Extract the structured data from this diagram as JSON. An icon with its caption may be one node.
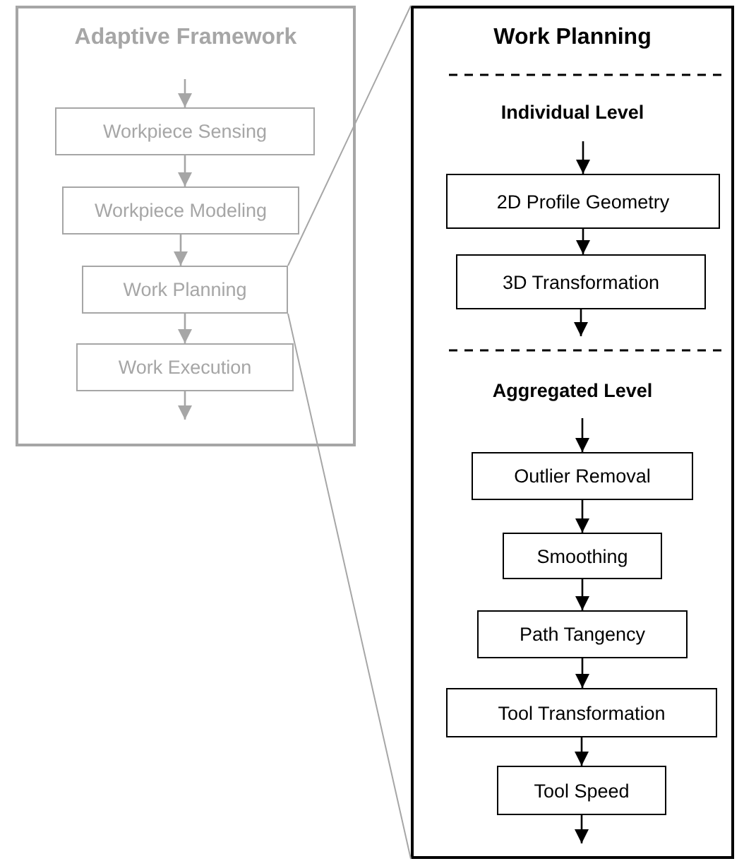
{
  "diagram": {
    "nodes": [
      {
        "text": [
          "Adaptive Framework"
        ]
      },
      {
        "text": [
          "Workpiece Sensing"
        ],
        "in": 0
      },
      {
        "text": [
          "Workpiece Modeling"
        ],
        "in": 0
      },
      {
        "text": [
          "Work Planning"
        ],
        "in": 0
      },
      {
        "text": [
          "Work Execution"
        ],
        "in": 0
      },
      {
        "text": [
          "Work Planning"
        ]
      },
      {
        "text": [
          "2D Profile Geometry"
        ],
        "in": 5
      },
      {
        "text": [
          "3D Transformation"
        ],
        "in": 5
      },
      {
        "text": [
          "Outlier Removal"
        ],
        "in": 5
      },
      {
        "text": [
          "Smoothing"
        ],
        "in": 5
      },
      {
        "text": [
          "Path Tangency"
        ],
        "in": 5
      },
      {
        "text": [
          "Tool Transformation"
        ],
        "in": 5
      },
      {
        "text": [
          "Tool Speed"
        ],
        "in": 5
      }
    ],
    "edges": [
      {
        "from": null,
        "to": 1,
        "arrow": "to",
        "color": "#a6a6a6"
      },
      {
        "from": 1,
        "to": 2,
        "arrow": "to",
        "color": "#a6a6a6"
      },
      {
        "from": 2,
        "to": 3,
        "arrow": "to",
        "color": "#a6a6a6"
      },
      {
        "from": 3,
        "to": 4,
        "arrow": "to",
        "color": "#a6a6a6"
      },
      {
        "from": 4,
        "to": null,
        "arrow": "to",
        "color": "#a6a6a6"
      },
      {
        "from": 3,
        "to": 5,
        "arrow": "none",
        "color": "#a6a6a6"
      },
      {
        "from": 3,
        "to": 5,
        "arrow": "none",
        "color": "#a6a6a6"
      },
      {
        "from": null,
        "to": 6,
        "arrow": "to"
      },
      {
        "from": 6,
        "to": 7,
        "arrow": "to"
      },
      {
        "from": 7,
        "to": null,
        "arrow": "to"
      },
      {
        "from": null,
        "to": 8,
        "arrow": "to"
      },
      {
        "from": 8,
        "to": 9,
        "arrow": "to"
      },
      {
        "from": 9,
        "to": 10,
        "arrow": "to"
      },
      {
        "from": 10,
        "to": 11,
        "arrow": "to"
      },
      {
        "from": 11,
        "to": 12,
        "arrow": "to"
      },
      {
        "from": 12,
        "to": null,
        "arrow": "to"
      }
    ],
    "labels": [
      "Individual Level",
      "Aggregated Level"
    ]
  }
}
